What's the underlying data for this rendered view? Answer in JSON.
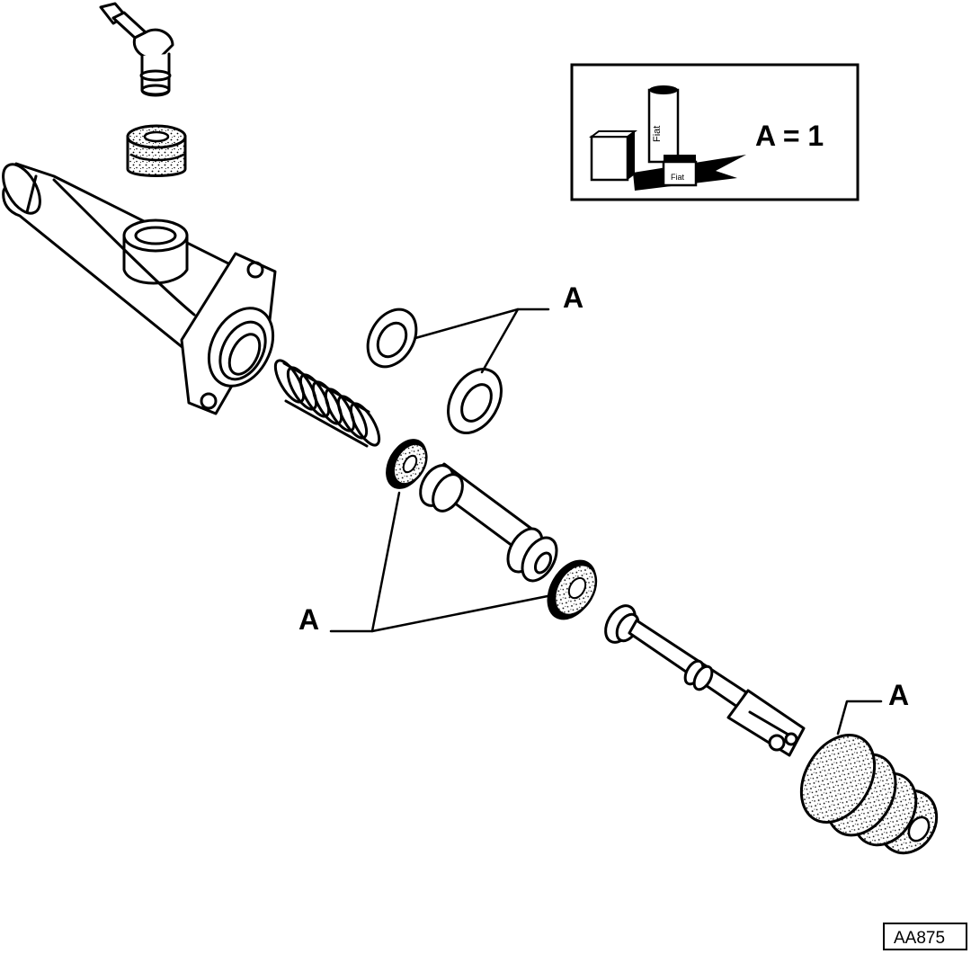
{
  "legend": {
    "equation": "A = 1",
    "tube_text": "Fiat",
    "box_text": "Fiat"
  },
  "callouts": {
    "upper_seals": "A",
    "middle_seals": "A",
    "boot": "A"
  },
  "reference_code": "AA875"
}
